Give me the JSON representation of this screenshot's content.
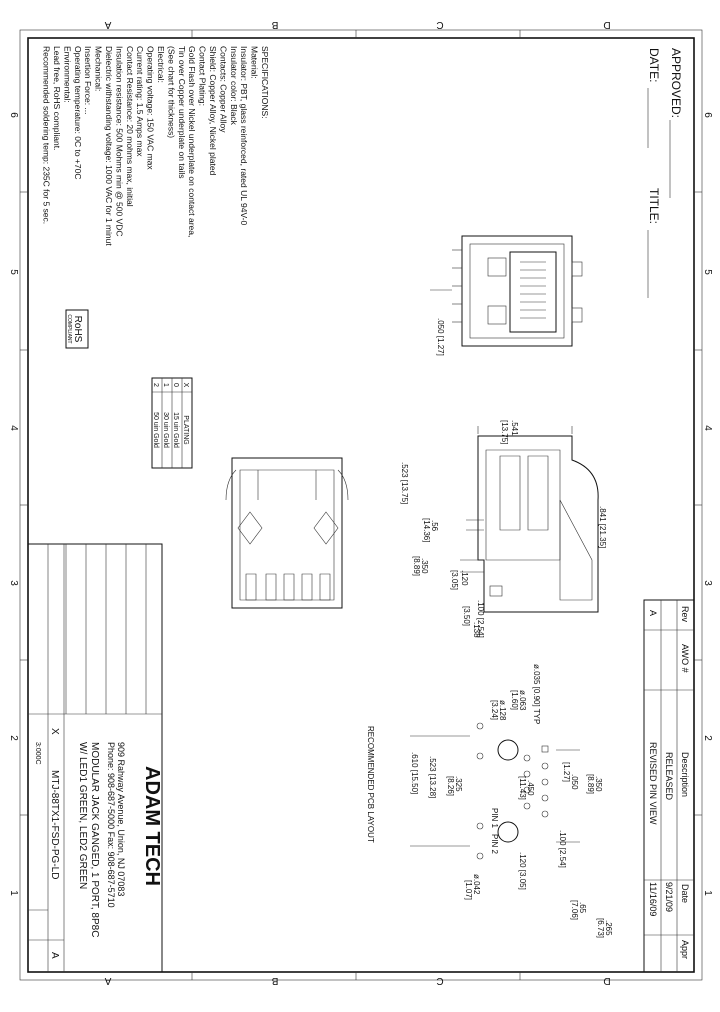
{
  "zone_letters": [
    "A",
    "B",
    "C",
    "D"
  ],
  "zone_numbers": [
    "6",
    "5",
    "4",
    "3",
    "2",
    "1"
  ],
  "approval": {
    "approved_label": "APPROVED:",
    "date_label": "DATE:",
    "title_label": "TITLE:"
  },
  "specifications": [
    "SPECIFICATIONS:",
    "Material:",
    "Insulator: PBT, glass reinforced, rated UL 94V-0",
    "Insulator color: Black",
    "Contacts: Copper Alloy",
    "Shield: Copper Alloy, Nickel plated",
    "Contact Plating:",
    "Gold Flash over Nickel underplate on contact area,",
    "Tin over Copper underplate on tails",
    "(See chart for thickness)",
    "Electrical:",
    "Operating voltage: 150 VAC max",
    "Current rating: 1.5 Amps max",
    "Contact Resistance: 20 mohms max, initial",
    "Insulation resistance: 500 Mohms min @ 500 VDC",
    "Dielectric withstanding voltage: 1000 VAC for 1 minut",
    "Mechanical:",
    "Insertion Force: ...",
    "Operating temperature: 0C to +70C",
    "Environmental:",
    "Lead free, RoHS compliant.",
    "Recommended soldering temp: 235C for 5 sec."
  ],
  "rohs": {
    "top": "RoHS",
    "bottom": "COMPLIANT"
  },
  "plating_table": {
    "header": [
      "X",
      "PLATING"
    ],
    "rows": [
      [
        "0",
        "15 uin Gold"
      ],
      [
        "1",
        "30 uin Gold"
      ],
      [
        "2",
        "50 uin Gold"
      ]
    ]
  },
  "revision_table": {
    "headers": [
      "Rev",
      "AWO #",
      "Description",
      "Date",
      "Appr"
    ],
    "rows": [
      [
        "",
        "",
        "RELEASED",
        "9/21/09",
        ""
      ],
      [
        "A",
        "",
        "REVISED PIN VIEW",
        "11/16/09",
        ""
      ]
    ]
  },
  "dimensions": {
    "d050": ".050 [1.27]",
    "d541": ".541",
    "d433": "[13.75]",
    "d841": ".841 [21.35]",
    "d523": ".523 [13.75]",
    "d56": ".56",
    "d1436": "[14.36]",
    "d120": ".120",
    "d305": "[3.05]",
    "d350": ".350",
    "d889": "[8.89]",
    "d100": ".100 [2.54]",
    "d138": ".138",
    "d350b": "[3.50]",
    "d035": "ø.035 [0.90] TYP",
    "d063": "ø.063",
    "d160": "[1.60]",
    "d128": "ø.128",
    "d324": "[3.24]",
    "d350r": ".350",
    "d889r": "[8.89]",
    "d050r": ".050",
    "d127r": "[1.27]",
    "d100r": ".100 [2.54]",
    "d450": ".450",
    "d1143": "[11.43]",
    "d325": ".325",
    "d826": "[8.26]",
    "d523r": ".523 [13.28]",
    "d610": ".610 [15.50]",
    "d120r": ".120 [3.05]",
    "d042": "ø.042",
    "d107": "[1.07]",
    "d265": ".265",
    "d673": "[6.73]",
    "d065": ".65",
    "d706": "[7.06]",
    "pin1": "PIN 1",
    "pin2": "PIN 2",
    "recommended": "RECOMMENDED PCB LAYOUT"
  },
  "title_block": {
    "company": "ADAM TECH",
    "address": "909 Rahway Avenue, Union, NJ 07083",
    "phone": "Phone: 908-687-5000 Fax: 908-687-5710",
    "desc1": "MODULAR JACK GANGED, 1 PORT, 8P8C",
    "desc2": "W/ LED1 GREEN, LED2 GREEN",
    "part_number": "MTJ-88TX1-FSD-PG-LD",
    "rev": "A",
    "x_mark": "X",
    "scale": "3:000C"
  }
}
